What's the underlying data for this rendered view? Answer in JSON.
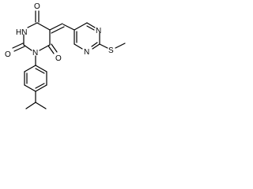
{
  "molecule": {
    "atom_labels": {
      "o_top": "O",
      "o_left": "O",
      "o_bottom": "O",
      "hn": "HN",
      "n_imide": "N",
      "n_pyr_upper": "N",
      "n_pyr_lower": "N",
      "s_methylthio": "S"
    },
    "colors": {
      "bond": "#000000",
      "label": "#000000",
      "background": "#ffffff"
    }
  }
}
